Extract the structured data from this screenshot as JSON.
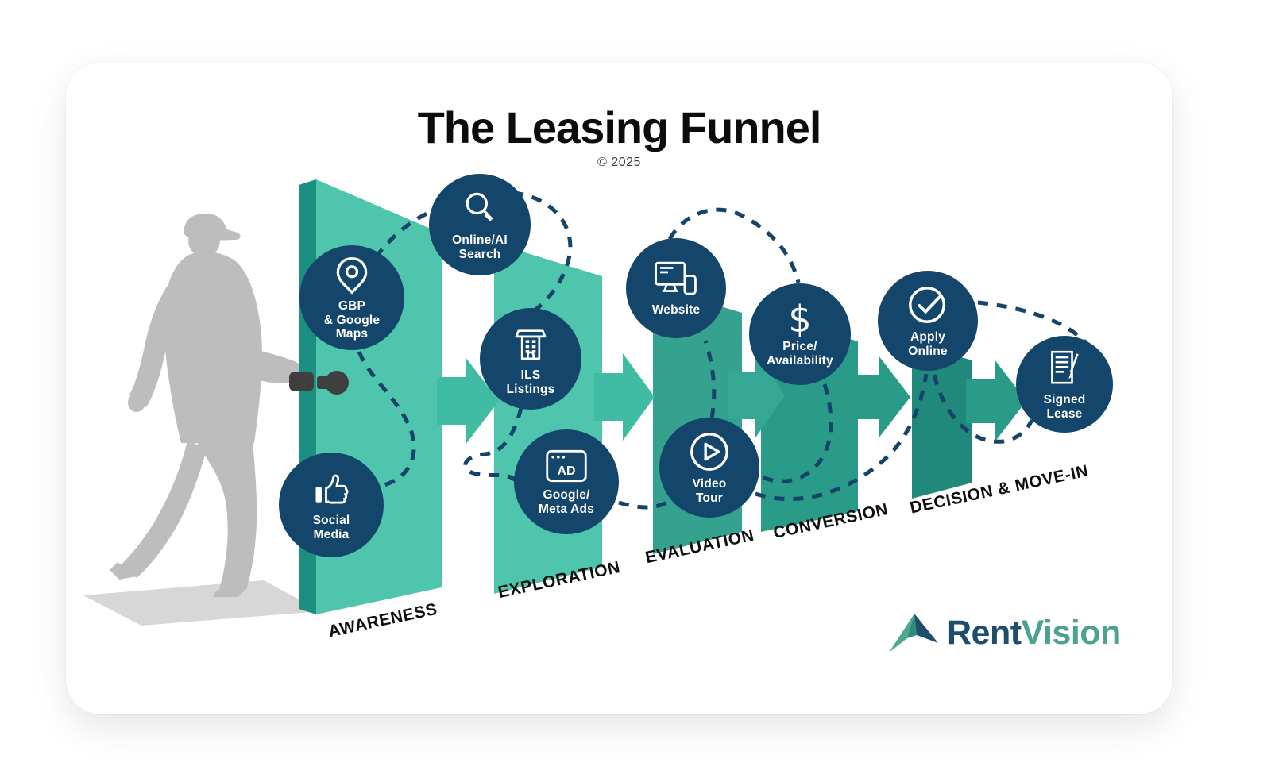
{
  "title": "The Leasing Funnel",
  "copyright": "© 2025",
  "stages": [
    {
      "label": "AWARENESS"
    },
    {
      "label": "EXPLORATION"
    },
    {
      "label": "EVALUATION"
    },
    {
      "label": "CONVERSION"
    },
    {
      "label": "DECISION & MOVE-IN"
    }
  ],
  "nodes": [
    {
      "id": "gbp-google-maps",
      "label": "GBP\n& Google\nMaps",
      "icon": "map-pin"
    },
    {
      "id": "online-ai-search",
      "label": "Online/AI\nSearch",
      "icon": "magnifier"
    },
    {
      "id": "social-media",
      "label": "Social\nMedia",
      "icon": "thumbs-up"
    },
    {
      "id": "ils-listings",
      "label": "ILS\nListings",
      "icon": "building"
    },
    {
      "id": "google-meta-ads",
      "label": "Google/\nMeta Ads",
      "icon": "ad-window",
      "ad_label": "AD"
    },
    {
      "id": "website",
      "label": "Website",
      "icon": "monitor-phone"
    },
    {
      "id": "video-tour",
      "label": "Video\nTour",
      "icon": "play-circle"
    },
    {
      "id": "price-availability",
      "label": "Price/\nAvailability",
      "icon": "dollar-sign",
      "symbol": "$"
    },
    {
      "id": "apply-online",
      "label": "Apply\nOnline",
      "icon": "check-circle"
    },
    {
      "id": "signed-lease",
      "label": "Signed\nLease",
      "icon": "document-pen"
    }
  ],
  "logo": {
    "brand_first": "Rent",
    "brand_second": "Vision"
  },
  "colors": {
    "node_navy": "#14466B",
    "panel_teal_light": "#4EC5AC",
    "panel_teal_mid": "#35A290",
    "panel_teal_dark": "#2A9A89",
    "panel_teal_darkest": "#21897B",
    "door_edge": "#1B9082",
    "dashed_path": "#16436A",
    "silhouette_gray": "#BDBDBD",
    "logo_navy": "#1D4E6B",
    "logo_teal": "#4BA28F"
  }
}
